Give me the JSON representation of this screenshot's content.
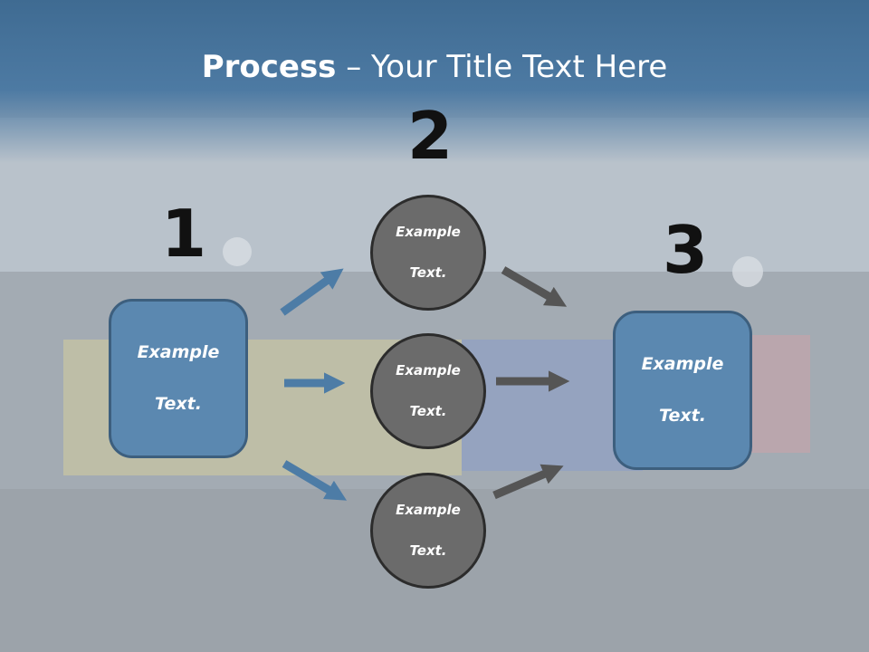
{
  "title": {
    "bold": "Process",
    "rest": " – Your Title Text Here"
  },
  "steps": {
    "one": "1",
    "two": "2",
    "three": "3"
  },
  "left_box": {
    "line1": "Example",
    "line2": "Text."
  },
  "right_box": {
    "line1": "Example",
    "line2": "Text."
  },
  "circles": [
    {
      "line1": "Example",
      "line2": "Text."
    },
    {
      "line1": "Example",
      "line2": "Text."
    },
    {
      "line1": "Example",
      "line2": "Text."
    }
  ],
  "colors": {
    "box_fill": "#5b88b0",
    "circle_fill": "#6b6b6b",
    "arrow_blue": "#4d7ca6",
    "arrow_gray": "#555555"
  }
}
